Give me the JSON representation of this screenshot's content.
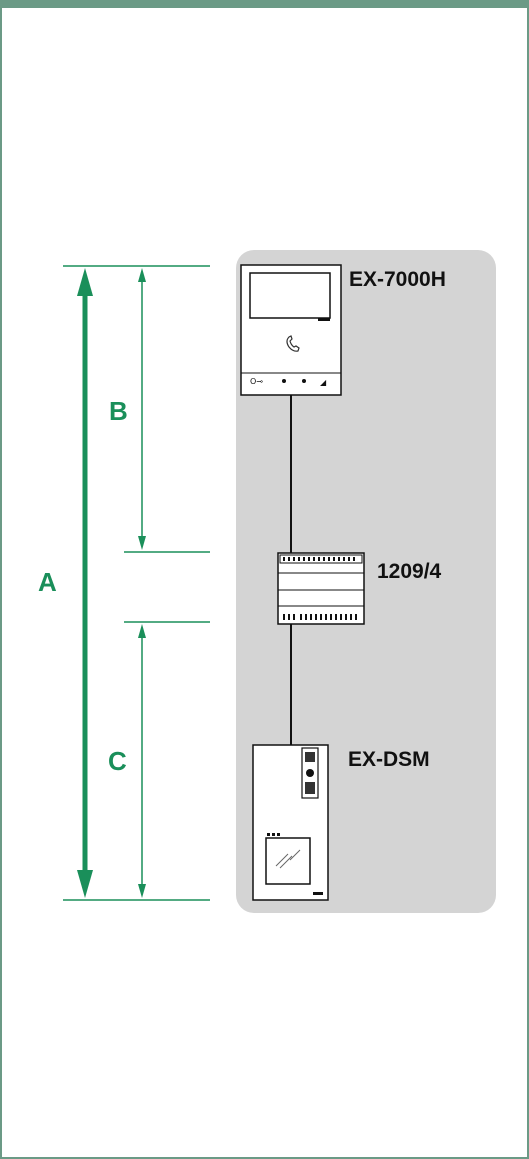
{
  "devices": {
    "monitor": "EX-7000H",
    "distributor": "1209/4",
    "door_panel": "EX-DSM"
  },
  "dimensions": {
    "a": "A",
    "b": "B",
    "c": "C"
  },
  "colors": {
    "accent": "#1a8f5a",
    "frame": "#6b9a86",
    "panel": "#d4d4d4"
  }
}
